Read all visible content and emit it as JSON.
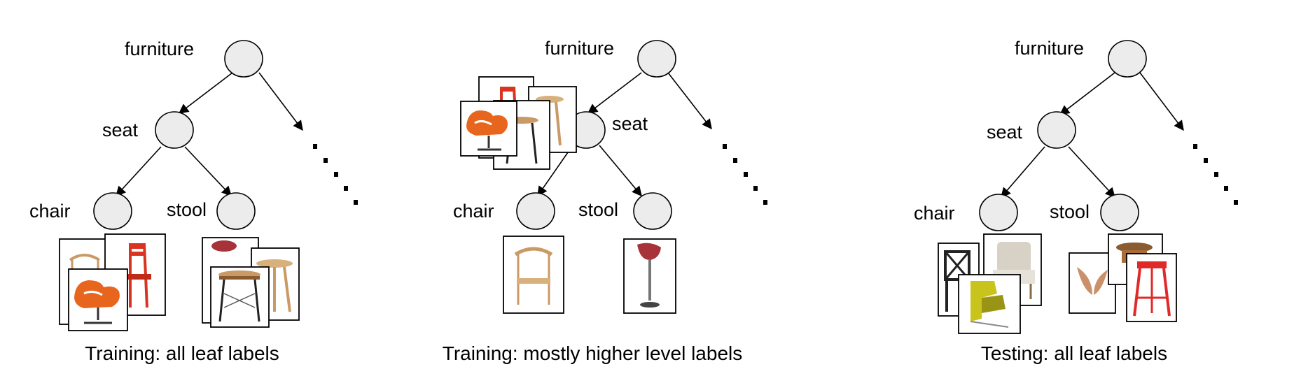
{
  "panels": [
    {
      "caption": "Training: all leaf labels",
      "labels": {
        "root": "furniture",
        "mid": "seat",
        "leaf_left": "chair",
        "leaf_right": "stool"
      }
    },
    {
      "caption": "Training: mostly higher level labels",
      "labels": {
        "root": "furniture",
        "mid": "seat",
        "leaf_left": "chair",
        "leaf_right": "stool"
      }
    },
    {
      "caption": "Testing: all leaf labels",
      "labels": {
        "root": "furniture",
        "mid": "seat",
        "leaf_left": "chair",
        "leaf_right": "stool"
      }
    }
  ],
  "colors": {
    "node_fill": "#ececec",
    "chair_red": "#d9341f",
    "chair_orange": "#e8651e",
    "stool_maroon": "#a8323a",
    "wood": "#c99a66",
    "stool_red": "#e02a2a",
    "armchair_yellow": "#c8c41c",
    "gray_upholstery": "#d8d2c6"
  }
}
